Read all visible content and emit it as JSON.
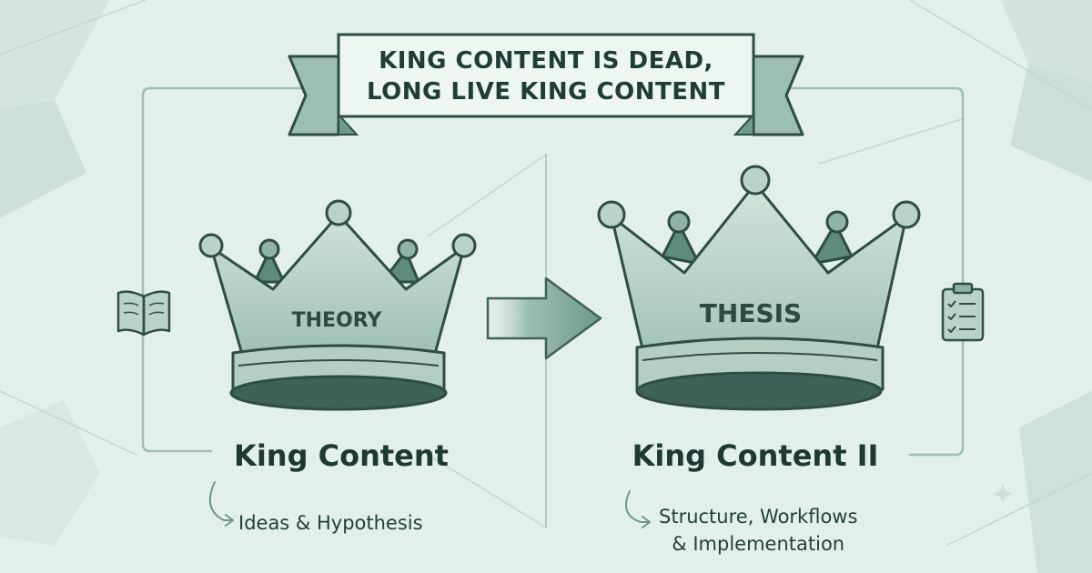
{
  "banner": {
    "line1": "KING CONTENT IS DEAD,",
    "line2": "LONG LIVE KING CONTENT"
  },
  "left": {
    "crown_label": "THEORY",
    "title": "King Content",
    "subtitle": "Ideas & Hypothesis",
    "icon": "open-book-icon"
  },
  "right": {
    "crown_label": "THESIS",
    "title": "King Content II",
    "subtitle_line1": "Structure, Workflows",
    "subtitle_line2": "& Implementation",
    "icon": "clipboard-checklist-icon"
  },
  "colors": {
    "background": "#e3efea",
    "crown_fill": "#b9d3c9",
    "crown_dark": "#5f8a7e",
    "ink": "#1f3d36",
    "line": "#9fbdb2"
  }
}
